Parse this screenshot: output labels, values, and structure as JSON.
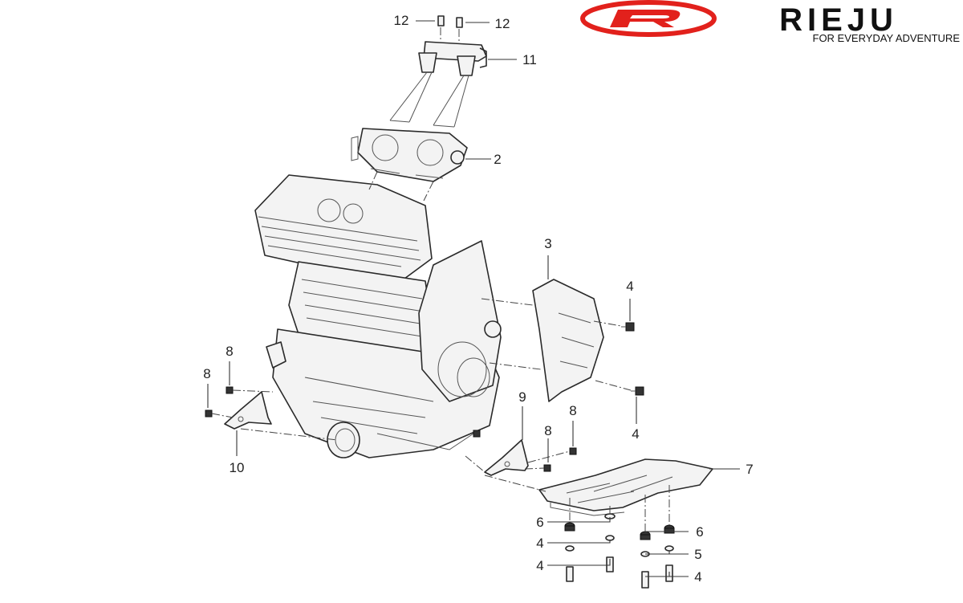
{
  "brand": {
    "wordmark": "RIEJU",
    "tagline": "FOR EVERYDAY ADVENTURE",
    "accent_color": "#e2211c"
  },
  "callouts": [
    {
      "id": "c12a",
      "label": "12"
    },
    {
      "id": "c12b",
      "label": "12"
    },
    {
      "id": "c11",
      "label": "11"
    },
    {
      "id": "c2",
      "label": "2"
    },
    {
      "id": "c3",
      "label": "3"
    },
    {
      "id": "c4a",
      "label": "4"
    },
    {
      "id": "c4b",
      "label": "4"
    },
    {
      "id": "c8a",
      "label": "8"
    },
    {
      "id": "c8b",
      "label": "8"
    },
    {
      "id": "c10",
      "label": "10"
    },
    {
      "id": "c9",
      "label": "9"
    },
    {
      "id": "c8c",
      "label": "8"
    },
    {
      "id": "c8d",
      "label": "8"
    },
    {
      "id": "c7",
      "label": "7"
    },
    {
      "id": "c6a",
      "label": "6"
    },
    {
      "id": "c4c",
      "label": "4"
    },
    {
      "id": "c4d",
      "label": "4"
    },
    {
      "id": "c6b",
      "label": "6"
    },
    {
      "id": "c5",
      "label": "5"
    },
    {
      "id": "c4e",
      "label": "4"
    }
  ]
}
